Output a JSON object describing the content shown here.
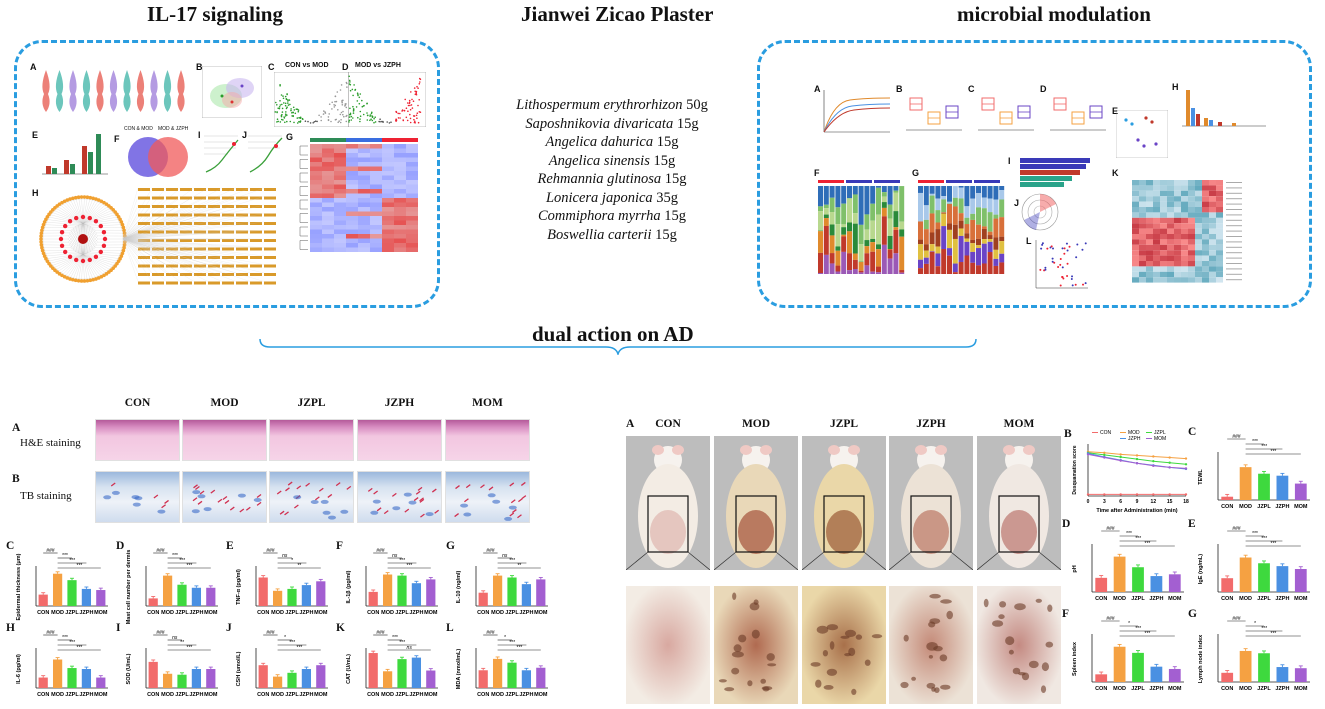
{
  "titles": {
    "left": "IL-17 signaling",
    "center": "Jianwei Zicao Plaster",
    "right": "microbial modulation",
    "bottom": "dual action on AD"
  },
  "formula": [
    {
      "herb": "Lithospermum erythrorhizon",
      "dose": "50g"
    },
    {
      "herb": "Saposhnikovia divaricata",
      "dose": "15g"
    },
    {
      "herb": "Angelica dahurica",
      "dose": "15g"
    },
    {
      "herb": "Angelica sinensis",
      "dose": "15g"
    },
    {
      "herb": "Rehmannia glutinosa",
      "dose": "15g"
    },
    {
      "herb": "Lonicera japonica",
      "dose": "35g"
    },
    {
      "herb": "Commiphora myrrha",
      "dose": "15g"
    },
    {
      "herb": "Boswellia carterii",
      "dose": "15g"
    }
  ],
  "left_panel": {
    "labels": [
      "A",
      "B",
      "C",
      "D",
      "E",
      "F",
      "I",
      "J",
      "G",
      "H"
    ],
    "c_title": "CON vs MOD",
    "d_title": "MOD vs JZPH",
    "venn": {
      "left": "CON & MOD",
      "right": "MOD & JZPH"
    }
  },
  "right_panel": {
    "labels": [
      "A",
      "B",
      "C",
      "D",
      "E",
      "H",
      "F",
      "G",
      "I",
      "J",
      "K",
      "L"
    ]
  },
  "groups": [
    "CON",
    "MOD",
    "JZPL",
    "JZPH",
    "MOM"
  ],
  "histology": {
    "rows": [
      {
        "letter": "A",
        "label": "H&E staining"
      },
      {
        "letter": "B",
        "label": "TB staining"
      }
    ]
  },
  "mice": {
    "letter": "A",
    "groups": [
      "CON",
      "MOD",
      "JZPL",
      "JZPH",
      "MOM"
    ]
  },
  "colors": {
    "CON": "#f26b6b",
    "MOD": "#f5a142",
    "JZPL": "#3ed93e",
    "JZPH": "#4a90e2",
    "MOM": "#a35fd1",
    "dash": "#2a9de0"
  },
  "chart_data": [
    {
      "id": "C",
      "type": "bar",
      "ylabel": "Epidermal thickness (μm)",
      "categories": [
        "CON",
        "MOD",
        "JZPL",
        "JZPH",
        "MOM"
      ],
      "values": [
        30,
        85,
        68,
        45,
        42
      ],
      "ylim": [
        0,
        100
      ],
      "sig": [
        {
          "mark": "###",
          "from": 0,
          "to": 1
        },
        {
          "mark": "***",
          "from": 1,
          "to": 2
        },
        {
          "mark": "***",
          "from": 1,
          "to": 3
        },
        {
          "mark": "***",
          "from": 1,
          "to": 4
        }
      ]
    },
    {
      "id": "D",
      "type": "bar",
      "ylabel": "Mast cell number per dermis",
      "categories": [
        "CON",
        "MOD",
        "JZPL",
        "JZPH",
        "MOM"
      ],
      "values": [
        10,
        40,
        28,
        24,
        24
      ],
      "ylim": [
        0,
        50
      ],
      "sig": [
        {
          "mark": "###",
          "from": 0,
          "to": 1
        },
        {
          "mark": "***",
          "from": 1,
          "to": 2
        },
        {
          "mark": "***",
          "from": 1,
          "to": 3
        },
        {
          "mark": "***",
          "from": 1,
          "to": 4
        }
      ]
    },
    {
      "id": "E",
      "type": "bar",
      "ylabel": "TNF-α (pg/ml)",
      "categories": [
        "CON",
        "MOD",
        "JZPL",
        "JZPH",
        "MOM"
      ],
      "values": [
        0.4,
        0.33,
        0.34,
        0.36,
        0.38
      ],
      "ylim": [
        0.25,
        0.45
      ],
      "sig": [
        {
          "mark": "###",
          "from": 0,
          "to": 1
        },
        {
          "mark": "ns",
          "from": 1,
          "to": 2
        },
        {
          "mark": "*",
          "from": 1,
          "to": 3
        },
        {
          "mark": "**",
          "from": 1,
          "to": 4
        }
      ]
    },
    {
      "id": "F",
      "type": "bar",
      "ylabel": "IL-1β (pg/ml)",
      "categories": [
        "CON",
        "MOD",
        "JZPL",
        "JZPH",
        "MOM"
      ],
      "values": [
        130,
        290,
        280,
        210,
        245
      ],
      "ylim": [
        0,
        350
      ],
      "sig": [
        {
          "mark": "###",
          "from": 0,
          "to": 1
        },
        {
          "mark": "ns",
          "from": 1,
          "to": 2
        },
        {
          "mark": "***",
          "from": 1,
          "to": 3
        },
        {
          "mark": "***",
          "from": 1,
          "to": 4
        }
      ]
    },
    {
      "id": "G",
      "type": "bar",
      "ylabel": "IL-10 (ng/ml)",
      "categories": [
        "CON",
        "MOD",
        "JZPL",
        "JZPH",
        "MOM"
      ],
      "values": [
        170,
        260,
        250,
        215,
        240
      ],
      "ylim": [
        100,
        300
      ],
      "sig": [
        {
          "mark": "###",
          "from": 0,
          "to": 1
        },
        {
          "mark": "ns",
          "from": 1,
          "to": 2
        },
        {
          "mark": "***",
          "from": 1,
          "to": 3
        },
        {
          "mark": "**",
          "from": 1,
          "to": 4
        }
      ]
    },
    {
      "id": "H",
      "type": "bar",
      "ylabel": "IL-6 (pg/ml)",
      "categories": [
        "CON",
        "MOD",
        "JZPL",
        "JZPH",
        "MOM"
      ],
      "values": [
        22,
        60,
        42,
        40,
        22
      ],
      "ylim": [
        0,
        80
      ],
      "sig": [
        {
          "mark": "###",
          "from": 0,
          "to": 1
        },
        {
          "mark": "***",
          "from": 1,
          "to": 2
        },
        {
          "mark": "***",
          "from": 1,
          "to": 3
        },
        {
          "mark": "***",
          "from": 1,
          "to": 4
        }
      ]
    },
    {
      "id": "I",
      "type": "bar",
      "ylabel": "SOD (U/mL)",
      "categories": [
        "CON",
        "MOD",
        "JZPL",
        "JZPH",
        "MOM"
      ],
      "values": [
        95,
        70,
        68,
        80,
        80
      ],
      "ylim": [
        40,
        120
      ],
      "sig": [
        {
          "mark": "###",
          "from": 0,
          "to": 1
        },
        {
          "mark": "ns",
          "from": 1,
          "to": 2
        },
        {
          "mark": "**",
          "from": 1,
          "to": 3
        },
        {
          "mark": "***",
          "from": 1,
          "to": 4
        }
      ]
    },
    {
      "id": "J",
      "type": "bar",
      "ylabel": "CSH (umol/L)",
      "categories": [
        "CON",
        "MOD",
        "JZPL",
        "JZPH",
        "MOM"
      ],
      "values": [
        0.32,
        0.26,
        0.28,
        0.3,
        0.32
      ],
      "ylim": [
        0.2,
        0.4
      ],
      "sig": [
        {
          "mark": "###",
          "from": 0,
          "to": 1
        },
        {
          "mark": "*",
          "from": 1,
          "to": 2
        },
        {
          "mark": "***",
          "from": 1,
          "to": 3
        },
        {
          "mark": "***",
          "from": 1,
          "to": 4
        }
      ]
    },
    {
      "id": "K",
      "type": "bar",
      "ylabel": "CAT (U/mL)",
      "categories": [
        "CON",
        "MOD",
        "JZPL",
        "JZPH",
        "MOM"
      ],
      "values": [
        230,
        110,
        190,
        200,
        115
      ],
      "ylim": [
        0,
        250
      ],
      "sig": [
        {
          "mark": "###",
          "from": 0,
          "to": 1
        },
        {
          "mark": "***",
          "from": 1,
          "to": 2
        },
        {
          "mark": "***",
          "from": 1,
          "to": 3
        },
        {
          "mark": "ns",
          "from": 1,
          "to": 4
        }
      ]
    },
    {
      "id": "L",
      "type": "bar",
      "ylabel": "MDA (nmol/mL)",
      "categories": [
        "CON",
        "MOD",
        "JZPL",
        "JZPH",
        "MOM"
      ],
      "values": [
        7,
        11.5,
        10,
        7,
        8
      ],
      "ylim": [
        0,
        15
      ],
      "sig": [
        {
          "mark": "###",
          "from": 0,
          "to": 1
        },
        {
          "mark": "*",
          "from": 1,
          "to": 2
        },
        {
          "mark": "***",
          "from": 1,
          "to": 3
        },
        {
          "mark": "***",
          "from": 1,
          "to": 4
        }
      ]
    },
    {
      "id": "B",
      "type": "line",
      "ylabel": "Desquamation score",
      "xlabel": "Time after Administration (min)",
      "x": [
        0,
        3,
        6,
        9,
        12,
        15,
        18
      ],
      "xlim": [
        0,
        18
      ],
      "ylim": [
        0,
        10
      ],
      "series": [
        {
          "name": "CON",
          "values": [
            0.3,
            0.3,
            0.3,
            0.3,
            0.3,
            0.3,
            0.3
          ]
        },
        {
          "name": "MOD",
          "values": [
            8.5,
            8.3,
            8,
            7.8,
            7.6,
            7.4,
            7.2
          ]
        },
        {
          "name": "JZPL",
          "values": [
            8.3,
            7.9,
            7.5,
            7.1,
            6.7,
            6.4,
            6.1
          ]
        },
        {
          "name": "JZPH",
          "values": [
            8.2,
            7.5,
            6.9,
            6.3,
            5.9,
            5.5,
            5.2
          ]
        },
        {
          "name": "MOM",
          "values": [
            8,
            7.4,
            6.8,
            6.3,
            5.8,
            5.5,
            5.3
          ]
        }
      ]
    },
    {
      "id": "C2",
      "label": "C",
      "type": "bar",
      "ylabel": "TEWL",
      "categories": [
        "CON",
        "MOD",
        "JZPL",
        "JZPH",
        "MOM"
      ],
      "values": [
        5,
        50,
        40,
        37,
        25
      ],
      "ylim": [
        0,
        70
      ],
      "sig": [
        {
          "mark": "###",
          "from": 0,
          "to": 1
        },
        {
          "mark": "***",
          "from": 1,
          "to": 2
        },
        {
          "mark": "***",
          "from": 1,
          "to": 3
        },
        {
          "mark": "***",
          "from": 1,
          "to": 4
        }
      ]
    },
    {
      "id": "D2",
      "label": "D",
      "type": "bar",
      "ylabel": "pH",
      "categories": [
        "CON",
        "MOD",
        "JZPL",
        "JZPH",
        "MOM"
      ],
      "values": [
        6.4,
        7.0,
        6.7,
        6.45,
        6.5
      ],
      "ylim": [
        6.0,
        7.3
      ],
      "sig": [
        {
          "mark": "###",
          "from": 0,
          "to": 1
        },
        {
          "mark": "***",
          "from": 1,
          "to": 2
        },
        {
          "mark": "***",
          "from": 1,
          "to": 3
        },
        {
          "mark": "***",
          "from": 1,
          "to": 4
        }
      ]
    },
    {
      "id": "E2",
      "label": "E",
      "type": "bar",
      "ylabel": "IgE (ng/mL)",
      "categories": [
        "CON",
        "MOD",
        "JZPL",
        "JZPH",
        "MOM"
      ],
      "values": [
        240000,
        600000,
        500000,
        450000,
        400000
      ],
      "ylim": [
        0,
        800000
      ],
      "sig": [
        {
          "mark": "###",
          "from": 0,
          "to": 1
        },
        {
          "mark": "***",
          "from": 1,
          "to": 2
        },
        {
          "mark": "***",
          "from": 1,
          "to": 3
        },
        {
          "mark": "***",
          "from": 1,
          "to": 4
        }
      ]
    },
    {
      "id": "F2",
      "label": "F",
      "type": "bar",
      "ylabel": "Spleen index",
      "categories": [
        "CON",
        "MOD",
        "JZPL",
        "JZPH",
        "MOM"
      ],
      "values": [
        1.0,
        4.6,
        3.8,
        2.0,
        1.7
      ],
      "ylim": [
        0,
        6
      ],
      "sig": [
        {
          "mark": "###",
          "from": 0,
          "to": 1
        },
        {
          "mark": "*",
          "from": 1,
          "to": 2
        },
        {
          "mark": "***",
          "from": 1,
          "to": 3
        },
        {
          "mark": "***",
          "from": 1,
          "to": 4
        }
      ]
    },
    {
      "id": "G2",
      "label": "G",
      "type": "bar",
      "ylabel": "Lymph node index",
      "categories": [
        "CON",
        "MOD",
        "JZPL",
        "JZPH",
        "MOM"
      ],
      "values": [
        0.8,
        2.7,
        2.5,
        1.3,
        1.2
      ],
      "ylim": [
        0,
        4
      ],
      "sig": [
        {
          "mark": "###",
          "from": 0,
          "to": 1
        },
        {
          "mark": "*",
          "from": 1,
          "to": 2
        },
        {
          "mark": "***",
          "from": 1,
          "to": 3
        },
        {
          "mark": "***",
          "from": 1,
          "to": 4
        }
      ]
    }
  ]
}
